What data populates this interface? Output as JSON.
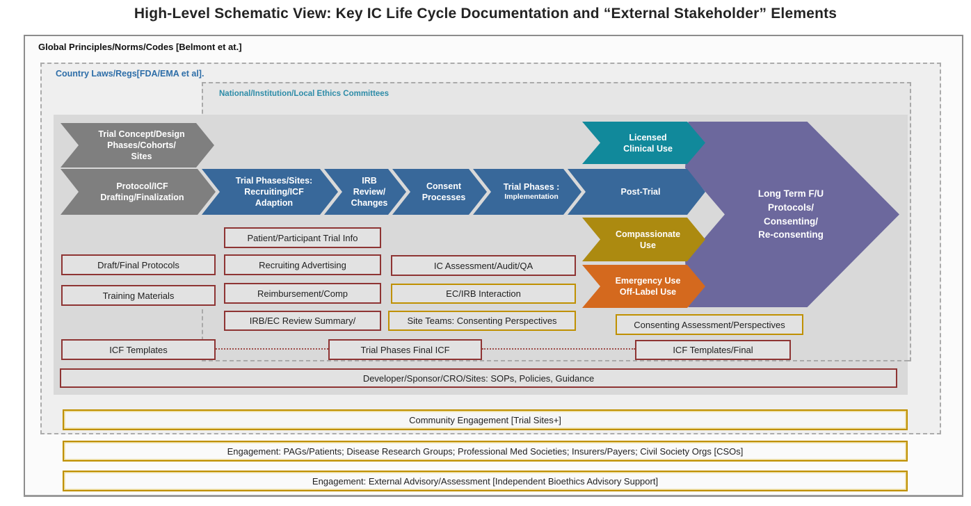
{
  "title": "High-Level Schematic View: Key IC Life Cycle Documentation and “External Stakeholder” Elements",
  "frames": {
    "global_label": "Global Principles/Norms/Codes [Belmont et at.]",
    "country_label": "Country Laws/Regs[FDA/EMA et al].",
    "national_label": "National/Institution/Local Ethics Committees"
  },
  "flow": {
    "concept": "Trial Concept/Design\nPhases/Cohorts/\nSites",
    "protocol": "Protocol/ICF\nDrafting/Finalization",
    "phases_recruiting": "Trial Phases/Sites:\nRecruiting/ICF\nAdaption",
    "irb_review": "IRB\nReview/\nChanges",
    "consent": "Consent\nProcesses",
    "implementation_main": "Trial Phases :",
    "implementation_sub": "Implementation",
    "post_trial": "Post-Trial",
    "licensed": "Licensed\nClinical Use",
    "compassionate": "Compassionate\nUse",
    "emergency": "Emergency Use\nOff-Label Use",
    "long_term": "Long Term F/U\nProtocols/\nConsenting/\nRe-consenting"
  },
  "docs": {
    "patient_info": "Patient/Participant Trial Info",
    "draft_protocols": "Draft/Final Protocols",
    "recruiting_ads": "Recruiting Advertising",
    "ic_assessment": "IC Assessment/Audit/QA",
    "training": "Training Materials",
    "reimbursement": "Reimbursement/Comp",
    "ec_irb": "EC/IRB Interaction",
    "irb_summary": "IRB/EC Review Summary/",
    "site_teams": "Site Teams: Consenting Perspectives",
    "consenting_assessment": "Consenting Assessment/Perspectives",
    "icf_templates": "ICF Templates",
    "trial_final_icf": "Trial Phases Final ICF",
    "icf_final": "ICF Templates/Final",
    "developer_sops": "Developer/Sponsor/CRO/Sites: SOPs, Policies, Guidance"
  },
  "engagement": {
    "community": "Community Engagement [Trial Sites+]",
    "pags": "Engagement: PAGs/Patients; Disease Research Groups; Professional Med Societies; Insurers/Payers; Civil Society Orgs [CSOs]",
    "external_advisory": "Engagement: External Advisory/Assessment [Independent Bioethics Advisory Support]"
  },
  "colors": {
    "process_blue": "#38689a",
    "stage_gray": "#7f7f7f",
    "licensed_teal": "#11899b",
    "compassionate_gold": "#ac8a10",
    "emergency_orange": "#d4691e",
    "long_term_purple": "#6c689d",
    "doc_border_red": "#8e3433",
    "doc_border_gold": "#bf9000",
    "background_gray": "#d9d9d9"
  }
}
